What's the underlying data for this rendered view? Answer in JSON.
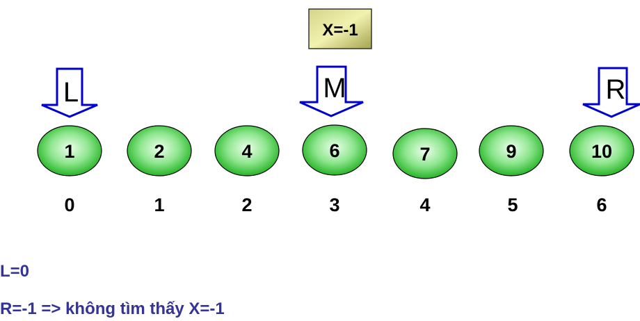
{
  "target": {
    "label": "X=-1"
  },
  "array": {
    "values": [
      "1",
      "2",
      "4",
      "6",
      "7",
      "9",
      "10"
    ],
    "indices": [
      "0",
      "1",
      "2",
      "3",
      "4",
      "5",
      "6"
    ]
  },
  "pointers": {
    "left": "L",
    "mid": "M",
    "right": "R"
  },
  "status": {
    "line1": "L=0",
    "line2": "R=-1 => không tìm thấy X=-1"
  },
  "colors": {
    "node_light": "#e6ffe6",
    "node_dark": "#2fbf2f",
    "arrow_stroke": "#0000cc",
    "target_box": "#a3a350",
    "status_text": "#333399"
  }
}
